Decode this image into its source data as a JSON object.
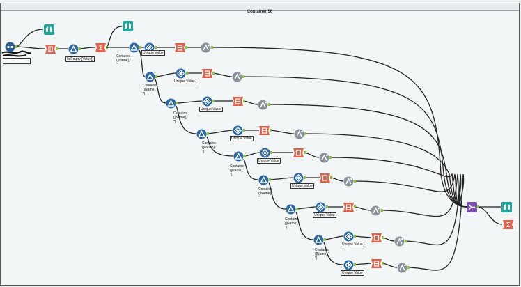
{
  "container": {
    "title": "Container 56"
  },
  "annotations": {
    "input": "",
    "filter_main": "!IsEmpty([Value])",
    "unique": "Unique Value",
    "contains": [
      "Contains",
      "([Name],\"",
      "\")"
    ]
  },
  "icon_names": {
    "input": "input-data-icon",
    "browse": "browse-icon",
    "select": "select-icon",
    "filter": "filter-icon",
    "summarize": "summarize-icon",
    "unique": "unique-icon",
    "crosstab": "crosstab-icon",
    "union": "union-icon",
    "formula": "formula-icon"
  },
  "colors": {
    "input": "#2c5d8f",
    "browse": "#1fa59a",
    "select": "#e0624a",
    "filter": "#2b6aa6",
    "summarize": "#e0624a",
    "unique": "#2b6aa6",
    "union": "#7b4fae",
    "formula": "#8a939c",
    "wire": "#222222",
    "anchor": "#8cc63f"
  }
}
